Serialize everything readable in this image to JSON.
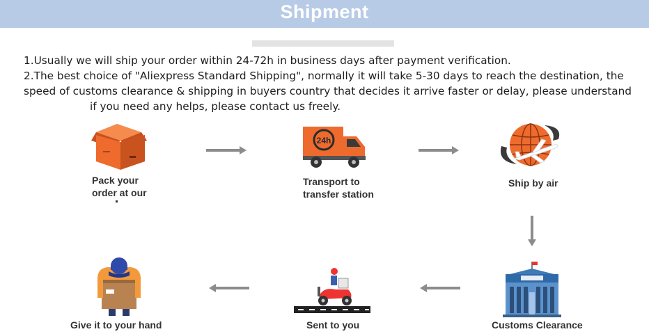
{
  "header": {
    "title": "Shipment"
  },
  "notes": [
    "1.Usually we will ship your order within 24-72h in business days after payment verification.",
    "2.The best choice of \"Aliexpress Standard Shipping\", normally it will take 5-30 days to reach the destination, the",
    "speed of customs clearance & shipping in buyers country that decides it arrive faster or delay, please understand",
    "if you need any helps, please contact us freely."
  ],
  "steps": [
    {
      "label_line1": "Pack your",
      "label_line2": "order at our",
      "icon": "package-box-icon"
    },
    {
      "label_line1": "Transport to",
      "label_line2": "transfer station",
      "icon": "delivery-truck-24h-icon"
    },
    {
      "label": "Ship by air",
      "icon": "globe-airplane-icon"
    },
    {
      "label": "Customs Clearance",
      "icon": "customs-building-icon"
    },
    {
      "label": "Sent to you",
      "icon": "courier-scooter-icon"
    },
    {
      "label": "Give it to your hand",
      "icon": "person-holding-box-icon"
    }
  ],
  "colors": {
    "header_bg": "#b8cbe6",
    "accent_orange": "#ee6b2d",
    "arrow_gray": "#8c8c8c"
  }
}
